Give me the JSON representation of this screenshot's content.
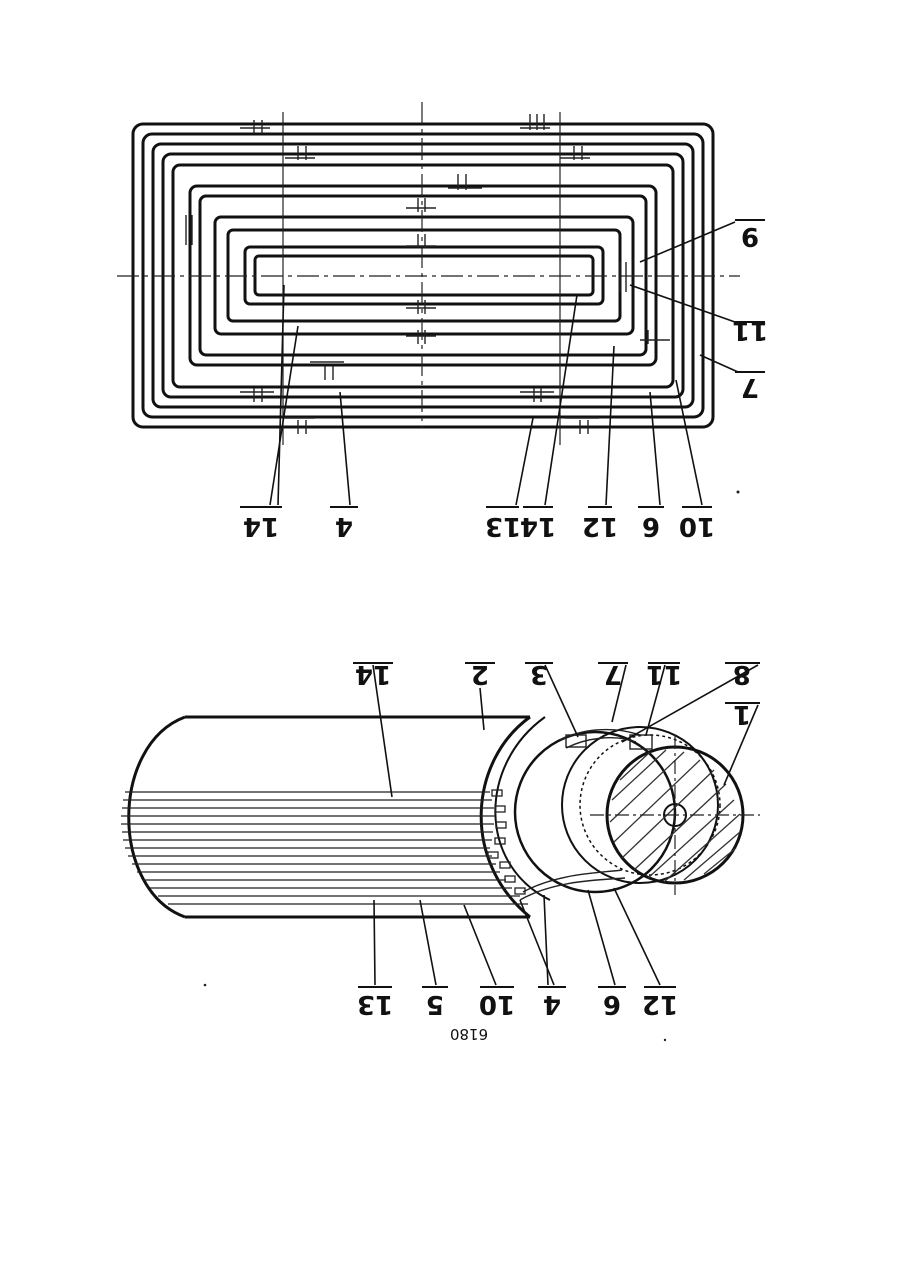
{
  "figure1": {
    "labels_right": [
      "9",
      "11",
      "7"
    ],
    "labels_bottom": [
      "14",
      "4",
      "13",
      "14",
      "12",
      "6",
      "10"
    ]
  },
  "figure2": {
    "labels_top": [
      "14",
      "2",
      "3",
      "7",
      "11",
      "8",
      "1"
    ],
    "labels_bottom": [
      "13",
      "5",
      "10",
      "4",
      "6",
      "12"
    ]
  },
  "page_number": "6180"
}
